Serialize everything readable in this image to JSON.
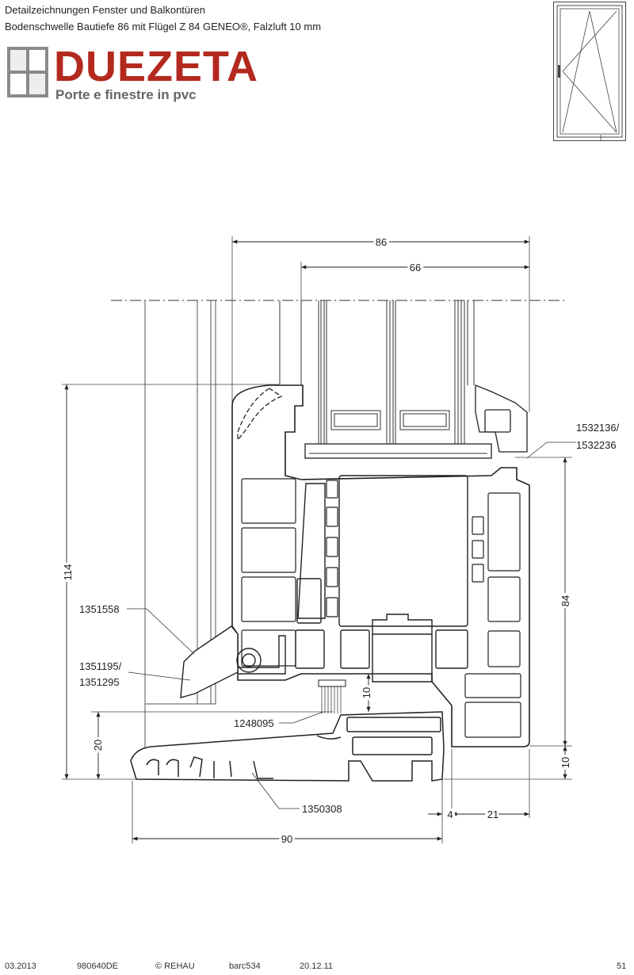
{
  "header": {
    "line1": "Detailzeichnungen Fenster und Balkontüren",
    "line2": "Bodenschwelle Bautiefe 86 mit Flügel Z 84 GENEO®, Falzluft 10 mm"
  },
  "logo": {
    "brand": "DUEZETA",
    "tagline": "Porte e finestre in pvc",
    "brand_color": "#b3291e",
    "icon": "window-logo-icon"
  },
  "thumbnail": {
    "icon": "tilt-turn-window-icon"
  },
  "drawing": {
    "dimensions": {
      "d86": "86",
      "d66": "66",
      "d114": "114",
      "d84": "84",
      "d20": "20",
      "d10_left": "10",
      "d10_right": "10",
      "d4": "4",
      "d21": "21",
      "d90": "90"
    },
    "part_labels": {
      "p1": "1532136/",
      "p1b": "1532236",
      "p2": "1351558",
      "p3": "1351195/",
      "p3b": "1351295",
      "p4": "1248095",
      "p5": "1350308"
    }
  },
  "footer": {
    "date": "03.2013",
    "doc_no": "980640DE",
    "copyright": "© REHAU",
    "code": "barc534",
    "revision_date": "20.12.11",
    "page": "51"
  }
}
